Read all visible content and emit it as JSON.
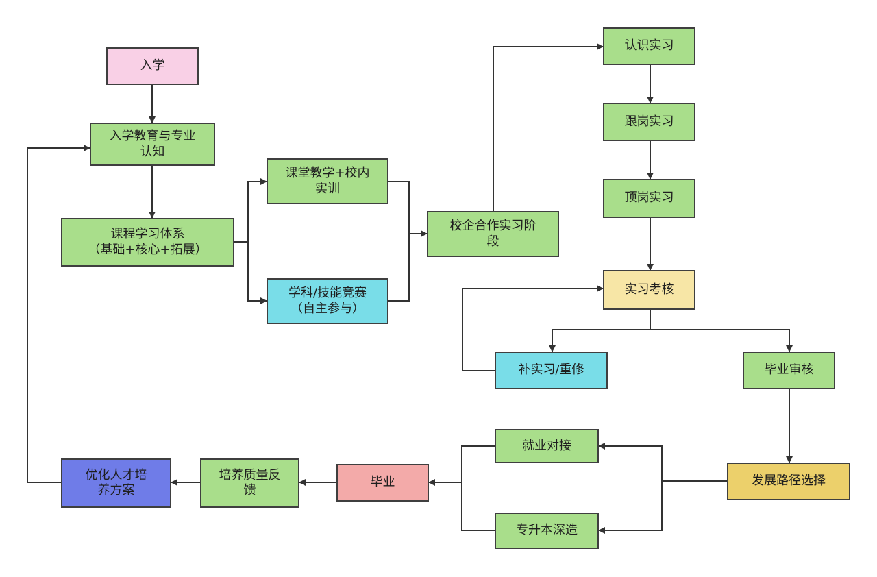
{
  "colors": {
    "green": "#a9de8b",
    "pink": "#f9d0e6",
    "cyan": "#79dde8",
    "light_yellow": "#f7e6a6",
    "yellow": "#ecd06b",
    "salmon": "#f3aaa9",
    "blue": "#6f7ce8",
    "border": "#3f3f3f",
    "edge": "#333333"
  },
  "nodes": {
    "enrollment": "入学",
    "orientation": "入学教育与专业\n认知",
    "curriculum": "课程学习体系\n（基础+核心+拓展）",
    "classroom": "课堂教学+校内\n实训",
    "competition": "学科/技能竞赛\n（自主参与）",
    "coop": "校企合作实习阶\n段",
    "cognitive_intern": "认识实习",
    "follow_intern": "跟岗实习",
    "top_intern": "顶岗实习",
    "intern_assess": "实习考核",
    "remedial": "补实习/重修",
    "grad_review": "毕业审核",
    "career_path": "发展路径选择",
    "employment": "就业对接",
    "upgrade": "专升本深造",
    "graduation": "毕业",
    "quality_feedback": "培养质量反\n馈",
    "optimize": "优化人才培\n养方案"
  }
}
